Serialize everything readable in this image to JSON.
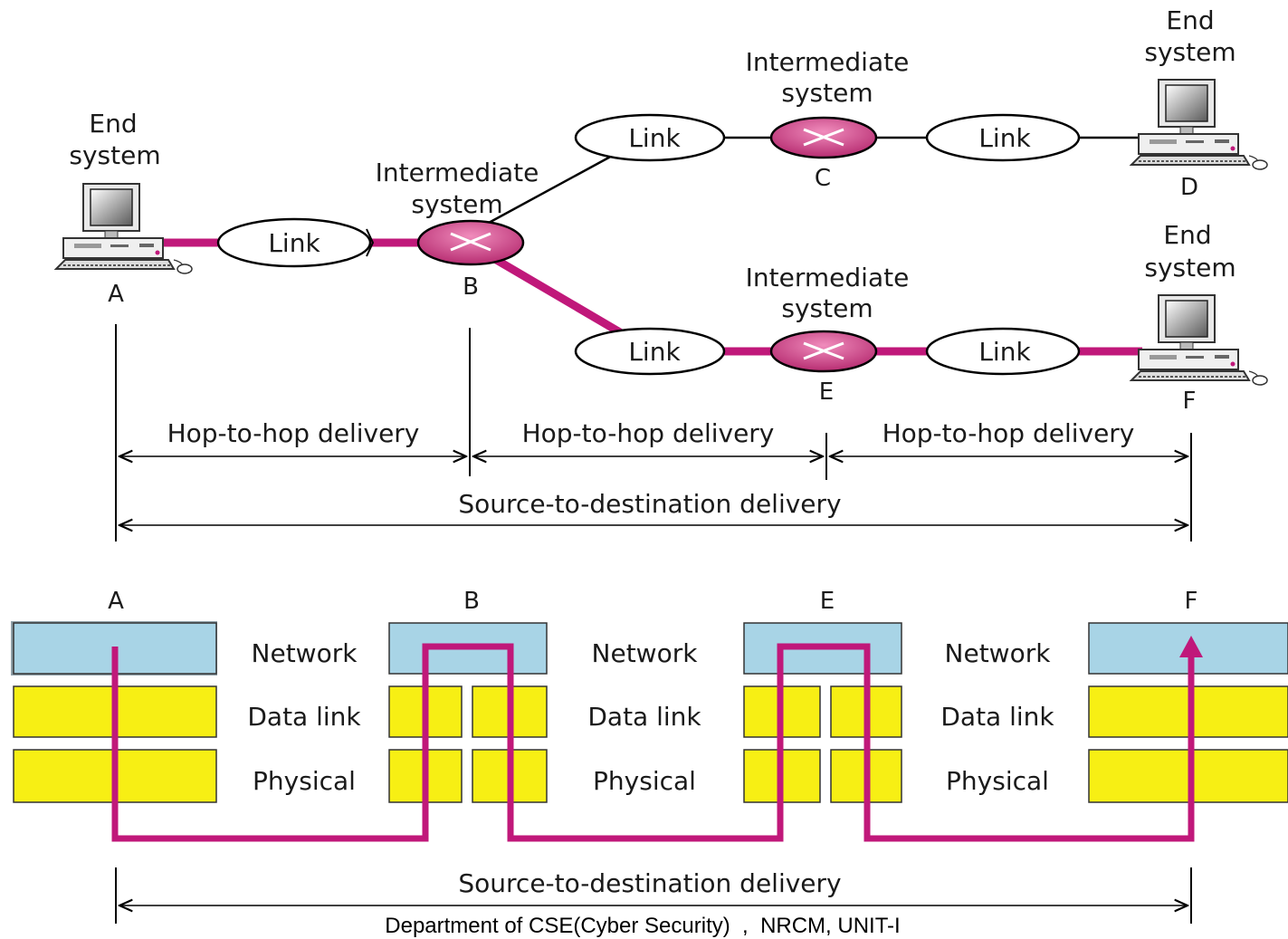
{
  "topology": {
    "end_system_label": [
      "End",
      "system"
    ],
    "intermediate_label": [
      "Intermediate",
      "system"
    ],
    "link_label": "Link",
    "nodes": {
      "a": "A",
      "b": "B",
      "c": "C",
      "d": "D",
      "e": "E",
      "f": "F"
    }
  },
  "delivery": {
    "hop": "Hop-to-hop delivery",
    "source_to_destination": "Source-to-destination delivery"
  },
  "stack": {
    "nodes": [
      "A",
      "B",
      "E",
      "F"
    ],
    "layers": {
      "network": "Network",
      "data_link": "Data link",
      "physical": "Physical"
    },
    "bottom_label": "Source-to-destination delivery"
  },
  "footer": {
    "text": "Department of CSE(Cyber Security)  ,  NRCM, UNIT-I"
  },
  "colors": {
    "path": "#c0187a",
    "router": "#c8407e",
    "network_layer": "#a8d4e6",
    "lower_layers": "#f7ef14"
  }
}
